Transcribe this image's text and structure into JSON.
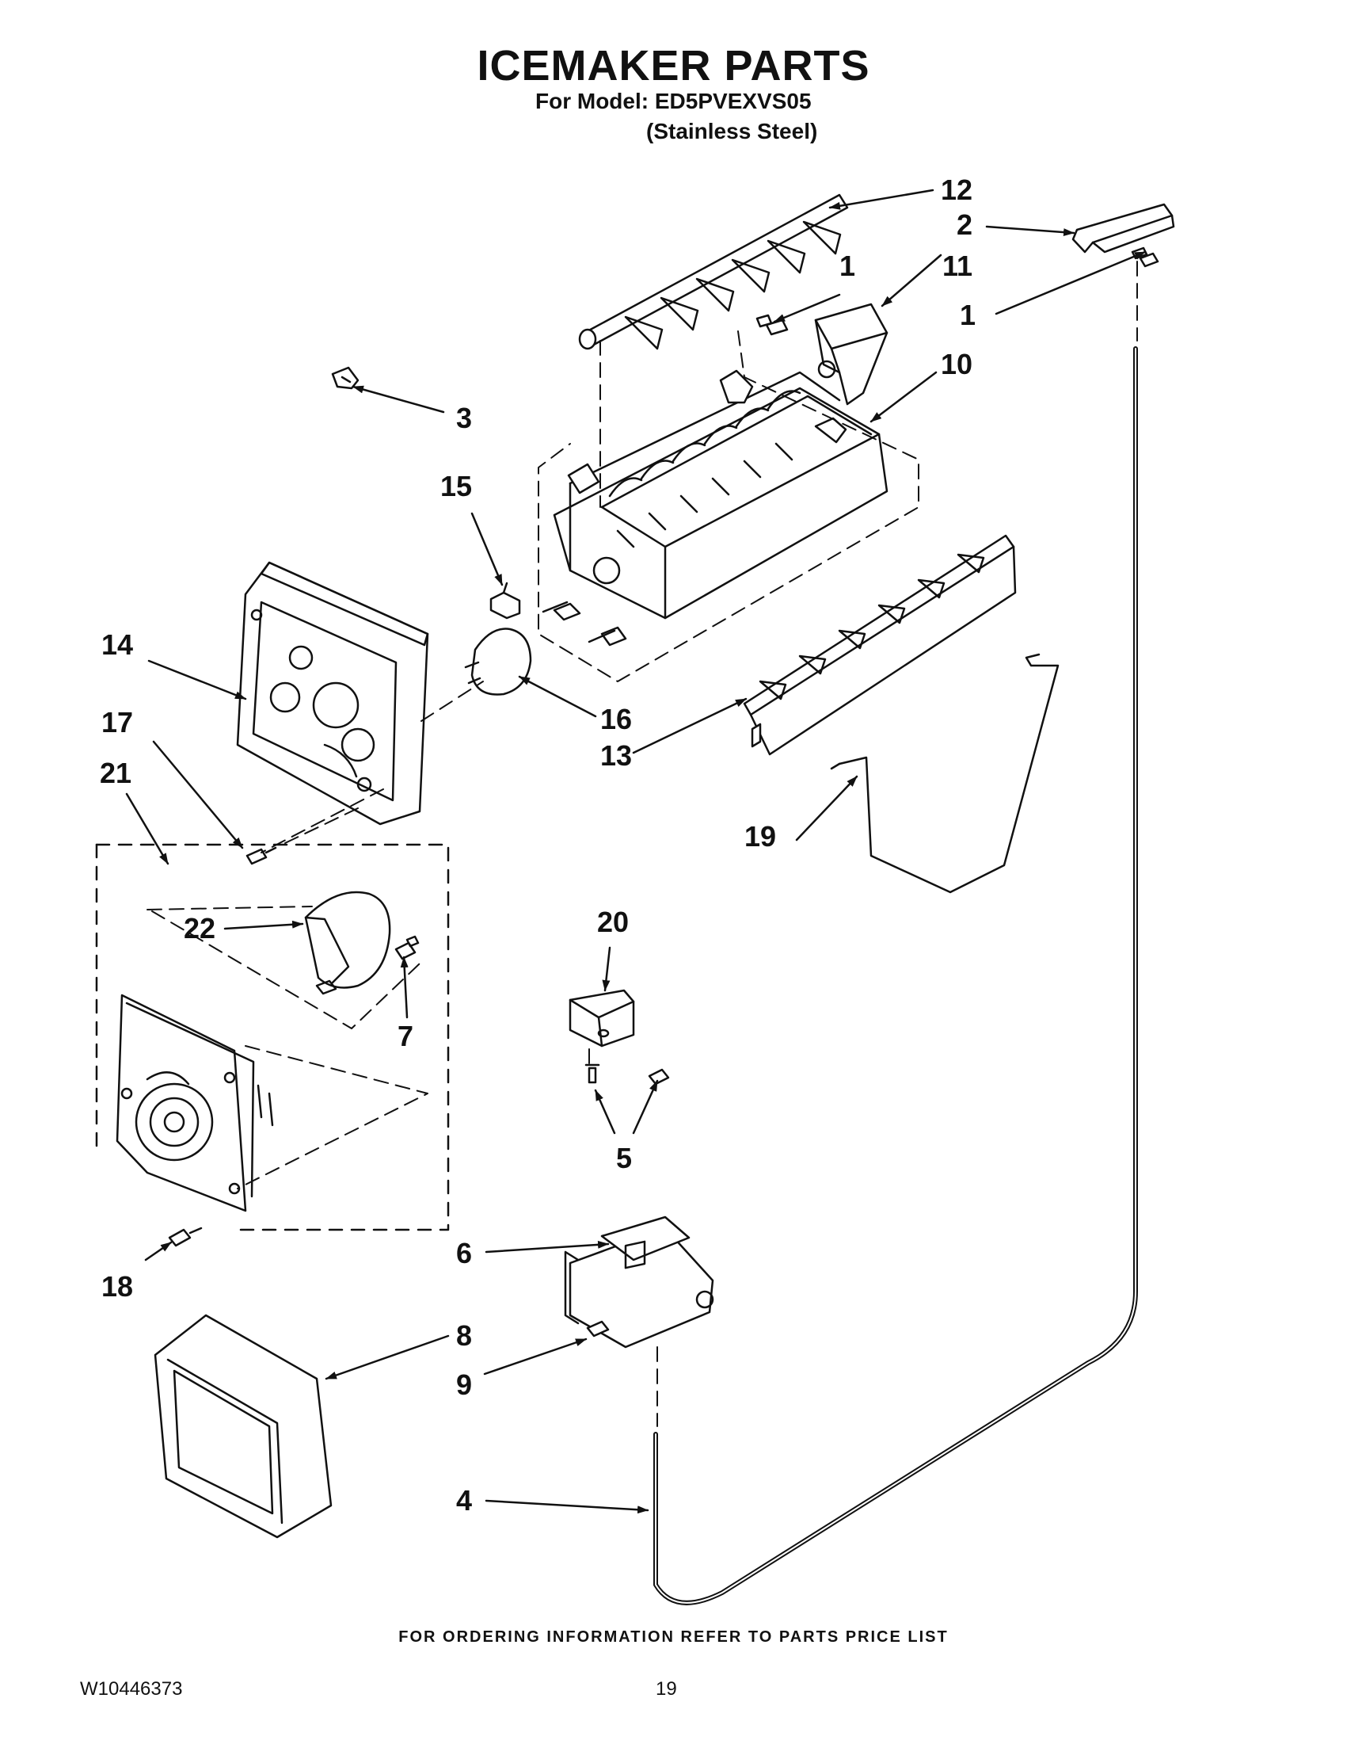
{
  "header": {
    "title": "ICEMAKER PARTS",
    "model_line": "For Model: ED5PVEXVS05",
    "finish_line": "(Stainless Steel)"
  },
  "callouts": {
    "c1a": "1",
    "c1b": "1",
    "c2": "2",
    "c3": "3",
    "c4": "4",
    "c5": "5",
    "c6": "6",
    "c7": "7",
    "c8": "8",
    "c9": "9",
    "c10": "10",
    "c11": "11",
    "c12": "12",
    "c13": "13",
    "c14": "14",
    "c15": "15",
    "c16": "16",
    "c17": "17",
    "c18": "18",
    "c19": "19",
    "c20": "20",
    "c21": "21",
    "c22": "22"
  },
  "footer": {
    "note": "FOR ORDERING INFORMATION REFER TO PARTS PRICE LIST",
    "doc_number": "W10446373",
    "page_number": "19"
  },
  "colors": {
    "ink": "#111111",
    "paper": "#ffffff"
  }
}
